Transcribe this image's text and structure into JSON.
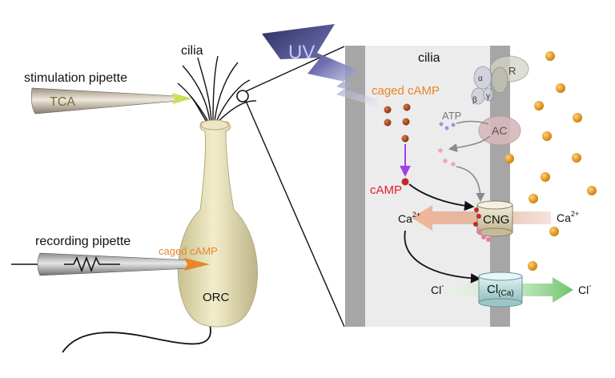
{
  "labels": {
    "cilia_left": "cilia",
    "stimulation_pipette": "stimulation pipette",
    "tca": "TCA",
    "recording_pipette": "recording pipette",
    "caged_camp_left": "caged cAMP",
    "orc": "ORC",
    "uv": "UV",
    "cilia_panel": "cilia",
    "caged_camp_panel": "caged cAMP",
    "camp": "cAMP",
    "atp": "ATP",
    "ac": "AC",
    "receptor": "R",
    "alpha": "α",
    "beta": "β",
    "gamma": "γ",
    "cng": "CNG",
    "ca_left": "Ca",
    "ca_right": "Ca",
    "ca_charge": "2+",
    "cl_channel_main": "Cl",
    "cl_channel_sub": "(Ca)",
    "cl_left": "Cl",
    "cl_right": "Cl",
    "cl_charge": "-"
  },
  "colors": {
    "cell_body": "#e4ddb0",
    "pipette": "#b8b8b8",
    "tca_text": "#7a6a3a",
    "caged_text": "#e8862a",
    "camp_text": "#e0202a",
    "uv_bolt": "#5a5a90",
    "uv_text": "#c9c6ff",
    "membrane": "#a6a6a6",
    "panel_bg": "#ececec",
    "calcium_ball": "#e69a18",
    "caged_ball": "#b5501e",
    "camp_arrow": "#a040e8",
    "ac_fill": "#d8b8bc",
    "cng_fill": "#e2ddc0",
    "clca_fill": "#bfe0e0",
    "ca_flux": "#e89b80",
    "cl_flux": "#8fd48a"
  }
}
